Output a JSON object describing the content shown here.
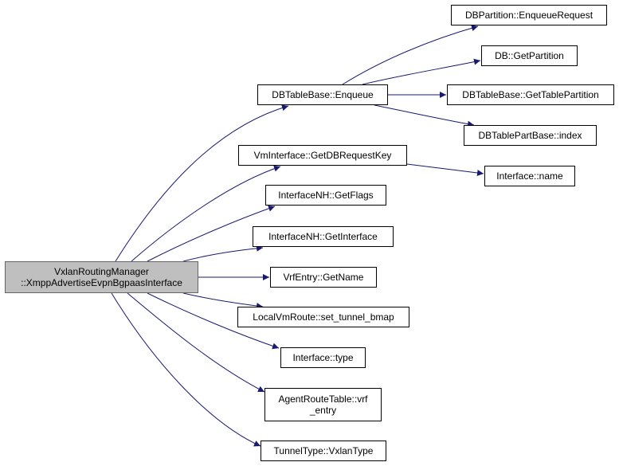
{
  "colors": {
    "edge": "#191970",
    "root_fill": "#bfbfbf",
    "node_fill": "#ffffff",
    "border": "#000000"
  },
  "root": {
    "line1": "VxlanRoutingManager",
    "line2": "::XmppAdvertiseEvpnBgpaasInterface"
  },
  "nodes": {
    "dbtablebase_enqueue": {
      "label": "DBTableBase::Enqueue"
    },
    "dbpartition_enqueuerequest": {
      "label": "DBPartition::EnqueueRequest"
    },
    "db_getpartition": {
      "label": "DB::GetPartition"
    },
    "dbtablebase_gettablepartition": {
      "label": "DBTableBase::GetTablePartition"
    },
    "dbtablepartbase_index": {
      "label": "DBTablePartBase::index"
    },
    "vminterface_getdbrequestkey": {
      "label": "VmInterface::GetDBRequestKey"
    },
    "interface_name": {
      "label": "Interface::name"
    },
    "interfacenh_getflags": {
      "label": "InterfaceNH::GetFlags"
    },
    "interfacenh_getinterface": {
      "label": "InterfaceNH::GetInterface"
    },
    "vrfentry_getname": {
      "label": "VrfEntry::GetName"
    },
    "localvmroute_set_tunnel_bmap": {
      "label": "LocalVmRoute::set_tunnel_bmap"
    },
    "interface_type": {
      "label": "Interface::type"
    },
    "agentroutetable_vrf_entry": {
      "line1": "AgentRouteTable::vrf",
      "line2": "_entry"
    },
    "tunneltype_vxlantype": {
      "label": "TunnelType::VxlanType"
    }
  }
}
